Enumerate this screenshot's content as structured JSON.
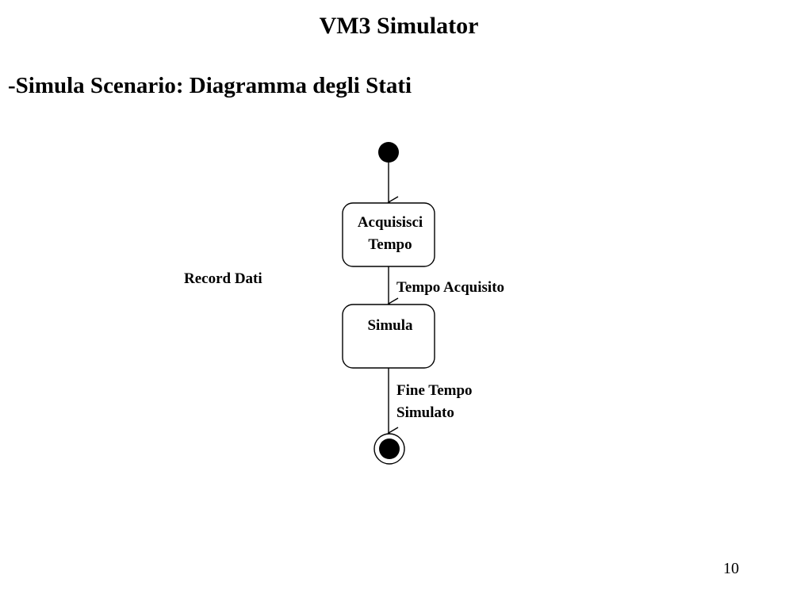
{
  "slide": {
    "title": "VM3 Simulator",
    "subtitle": "-Simula Scenario: Diagramma degli Stati",
    "page_number": "10"
  },
  "diagram": {
    "type": "uml-state-diagram",
    "side_note": "Record Dati",
    "states": [
      {
        "id": "acquisisci-tempo",
        "label_lines": [
          "Acquisisci",
          "Tempo"
        ]
      },
      {
        "id": "simula",
        "label_lines": [
          "Simula"
        ]
      }
    ],
    "transitions": [
      {
        "from": "initial",
        "to": "acquisisci-tempo",
        "label_lines": []
      },
      {
        "from": "acquisisci-tempo",
        "to": "simula",
        "label_lines": [
          "Tempo Acquisito"
        ]
      },
      {
        "from": "simula",
        "to": "final",
        "label_lines": [
          "Fine Tempo",
          "Simulato"
        ]
      }
    ],
    "colors": {
      "stroke": "#000000",
      "fill": "#ffffff",
      "text": "#000000"
    }
  }
}
